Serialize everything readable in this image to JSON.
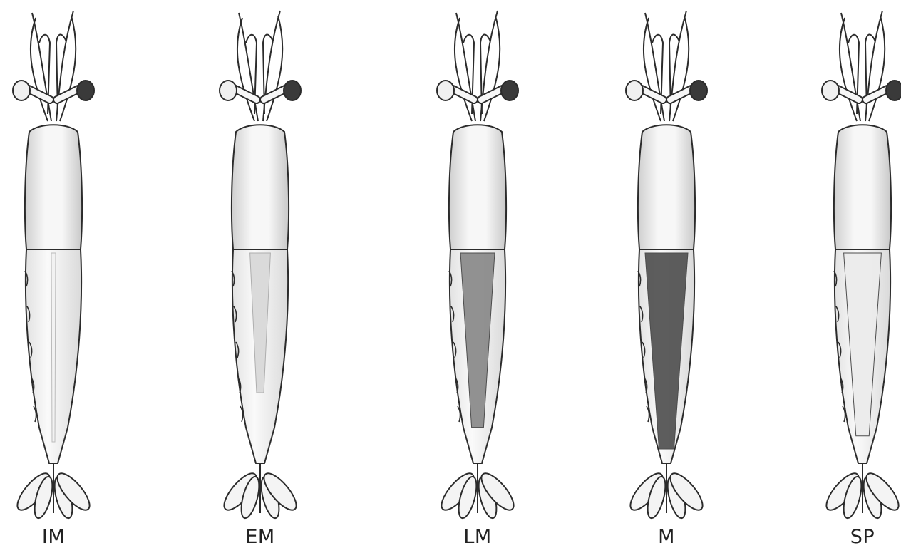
{
  "stages": [
    {
      "label": "IM",
      "fill_level": 0.0,
      "ovary_color": "#f2f2f2"
    },
    {
      "label": "EM",
      "fill_level": 0.35,
      "ovary_color": "#d9d9d9"
    },
    {
      "label": "LM",
      "fill_level": 0.75,
      "ovary_color": "#8c8c8c"
    },
    {
      "label": "M",
      "fill_level": 1.0,
      "ovary_color": "#555555"
    },
    {
      "label": "SP",
      "fill_level": 0.85,
      "ovary_color": "#ececec"
    }
  ],
  "colors": {
    "outline": "#2b2b2b",
    "body": "#f4f4f4",
    "carapace_shade": "#dcdcdc",
    "background": "#ffffff"
  }
}
